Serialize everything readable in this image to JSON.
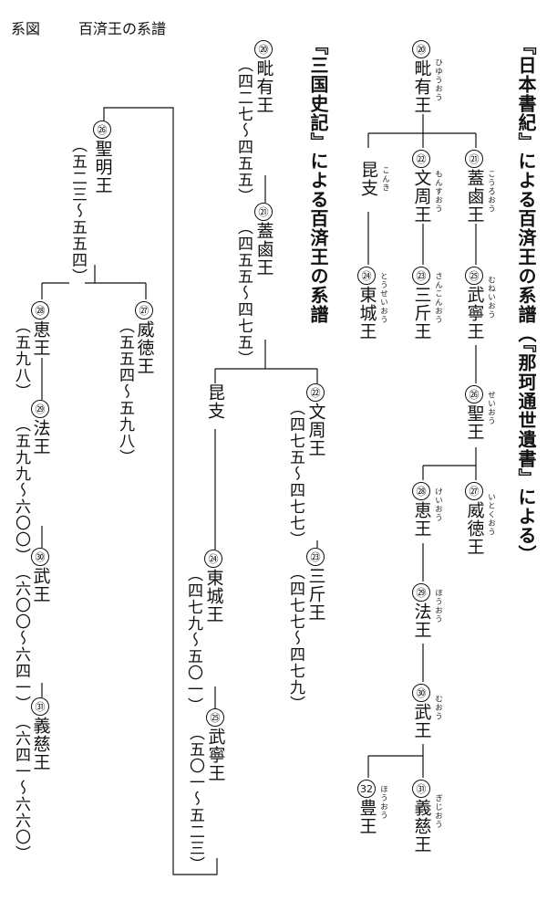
{
  "header": {
    "label": "系図",
    "title": "百済王の系譜"
  },
  "nihon": {
    "title": "『日本書紀』による百済王の系譜（『那珂通世遺書』による）",
    "kings": [
      {
        "num": "⑳",
        "name": "毗有王",
        "reading": "ひゆうおう"
      },
      {
        "num": "㉑",
        "name": "蓋鹵王",
        "reading": "こうろおう"
      },
      {
        "num": "㉒",
        "name": "文周王",
        "reading": "もんすおう"
      },
      {
        "num": "㉓",
        "name": "三斤王",
        "reading": "さんこんおう"
      },
      {
        "num": "㉔",
        "name": "東城王",
        "reading": "とうせいおう"
      },
      {
        "num": "㉕",
        "name": "武寧王",
        "reading": "むねいおう"
      },
      {
        "num": "㉖",
        "name": "聖王",
        "reading": "せいおう"
      },
      {
        "num": "㉗",
        "name": "威徳王",
        "reading": "いとくおう"
      },
      {
        "num": "㉘",
        "name": "恵王",
        "reading": "けいおう"
      },
      {
        "num": "㉙",
        "name": "法王",
        "reading": "ほうおう"
      },
      {
        "num": "㉚",
        "name": "武王",
        "reading": "むおう"
      },
      {
        "num": "㉛",
        "name": "義慈王",
        "reading": "ぎじおう"
      },
      {
        "num": "32",
        "name": "豊王",
        "reading": "ほうおう"
      }
    ],
    "kongi": {
      "name": "昆支",
      "reading": "こんき"
    }
  },
  "samguk": {
    "title": "『三国史記』による百済王の系譜",
    "kings": [
      {
        "num": "⑳",
        "name": "毗有王",
        "years": "（四二七〜四五五）"
      },
      {
        "num": "㉑",
        "name": "蓋鹵王",
        "years": "（四五五〜四七五）"
      },
      {
        "num": "㉒",
        "name": "文周王",
        "years": "（四七五〜四七七）"
      },
      {
        "num": "㉓",
        "name": "三斤王",
        "years": "（四七七〜四七九）"
      },
      {
        "num": "㉔",
        "name": "東城王",
        "years": "（四七九〜五〇一）"
      },
      {
        "num": "㉕",
        "name": "武寧王",
        "years": "（五〇一〜五二三）"
      },
      {
        "num": "㉖",
        "name": "聖明王",
        "years": "（五二三〜五五四）"
      },
      {
        "num": "㉗",
        "name": "威徳王",
        "years": "（五五四〜五九八）"
      },
      {
        "num": "㉘",
        "name": "恵王",
        "years": "（五九八）"
      },
      {
        "num": "㉙",
        "name": "法王",
        "years": "（五九九〜六〇〇）"
      },
      {
        "num": "㉚",
        "name": "武王",
        "years": "（六〇〇〜六四一）"
      },
      {
        "num": "㉛",
        "name": "義慈王",
        "years": "（六四一〜六六〇）"
      }
    ],
    "kongi": {
      "name": "昆支"
    }
  }
}
